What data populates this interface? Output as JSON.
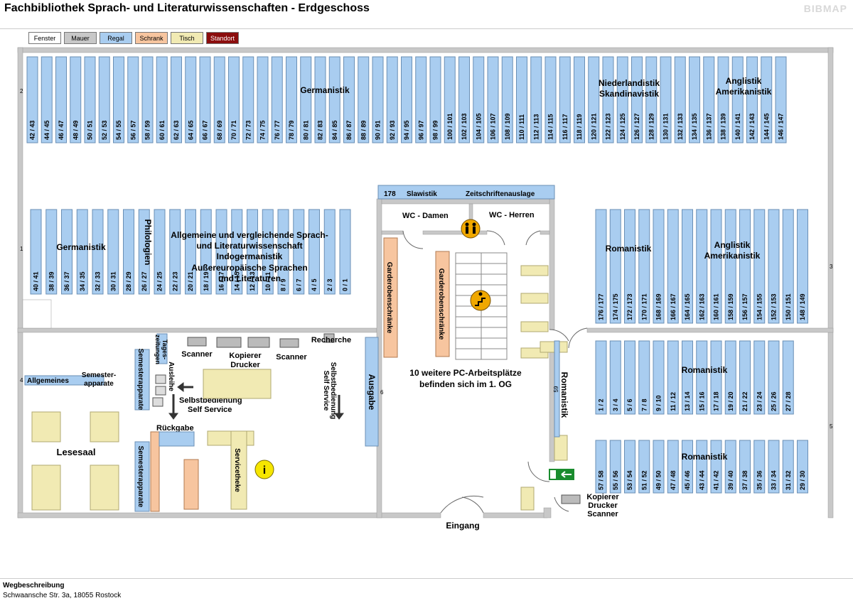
{
  "header": {
    "title": "Fachbibliothek Sprach- und Literaturwissenschaften - Erdgeschoss",
    "brand": "BIBMAP"
  },
  "legend": [
    {
      "label": "Fenster",
      "color": "#ffffff"
    },
    {
      "label": "Mauer",
      "color": "#c8c8c8"
    },
    {
      "label": "Regal",
      "color": "#a9cdf0"
    },
    {
      "label": "Schrank",
      "color": "#f7c59f"
    },
    {
      "label": "Tisch",
      "color": "#f1eab3"
    },
    {
      "label": "Standort",
      "color": "#8b0d0d",
      "text": "#ffffff"
    }
  ],
  "colors": {
    "wall": "#c8c8c8",
    "shelf": "#a9cdf0",
    "shelf_border": "#6a8fb5",
    "cabinet": "#f7c59f",
    "table": "#f1eab3"
  },
  "shelves": {
    "top": [
      "42 / 43",
      "44 / 45",
      "46 / 47",
      "48 / 49",
      "50 / 51",
      "52 / 53",
      "54 / 55",
      "56 / 57",
      "58 / 59",
      "60 / 61",
      "62 / 63",
      "64 / 65",
      "66 / 67",
      "68 / 69",
      "70 / 71",
      "72 / 73",
      "74 / 75",
      "76 / 77",
      "78 / 79",
      "80 / 81",
      "82 / 83",
      "84 / 85",
      "86 / 87",
      "88 / 89",
      "90 / 91",
      "92 / 93",
      "94 / 95",
      "96 / 97",
      "98 / 99",
      "100 / 101",
      "102 / 103",
      "104 / 105",
      "106 / 107",
      "108 / 109",
      "110 / 111",
      "112 / 113",
      "114 / 115",
      "116 / 117",
      "118 / 119",
      "120 / 121",
      "122 / 123",
      "124 / 125",
      "126 / 127",
      "128 / 129",
      "130 / 131",
      "132 / 133",
      "134 / 135",
      "136 / 137",
      "138 / 139",
      "140 / 141",
      "142 / 143",
      "144 / 145",
      "146 / 147"
    ],
    "mid_left": [
      "40 / 41",
      "38 / 39",
      "36 / 37",
      "34 / 35",
      "32 / 33",
      "30 / 31",
      "28 / 29",
      "26 / 27",
      "24 / 25",
      "22 / 23",
      "20 / 21",
      "18 / 19",
      "16 / 17",
      "14 / 15",
      "12 / 13",
      "10 / 11",
      "8 / 9",
      "6 / 7",
      "4 / 5",
      "2 / 3",
      "0 / 1"
    ],
    "mid_right": [
      "176 / 177",
      "174 / 175",
      "172 / 173",
      "170 / 171",
      "168 / 169",
      "166 / 167",
      "164 / 165",
      "162 / 163",
      "160 / 161",
      "158 / 159",
      "156 / 157",
      "154 / 155",
      "152 / 153",
      "150 / 151",
      "148 / 149"
    ],
    "lower_right_a": [
      "1 / 2",
      "3 / 4",
      "5 / 6",
      "7 / 8",
      "9 / 10",
      "11 / 12",
      "13 / 14",
      "15 / 16",
      "17 / 18",
      "19 / 20",
      "21 / 22",
      "23 / 24",
      "25 / 26",
      "27 / 28"
    ],
    "lower_right_b": [
      "57 / 58",
      "55 / 56",
      "53 / 54",
      "51 / 52",
      "49 / 50",
      "47 / 48",
      "45 / 46",
      "43 / 44",
      "41 / 42",
      "39 / 40",
      "37 / 38",
      "35 / 36",
      "33 / 34",
      "31 / 32",
      "29 / 30"
    ]
  },
  "labels": {
    "germanistik_top": "Germanistik",
    "niederlandistik": "Niederlandistik",
    "skandinavistik": "Skandinavistik",
    "anglistik": "Anglistik",
    "amerikanistik": "Amerikanistik",
    "germanistik_mid": "Germanistik",
    "philologien": "Philologien",
    "allg_1": "Allgemeine und vergleichende Sprach-",
    "allg_2": "und Literaturwissenschaft",
    "allg_3": "Indogermanistik",
    "allg_4": "Außereuropäische Sprachen",
    "allg_5": "und Literaturen",
    "romanistik": "Romanistik",
    "slawistik_num": "178",
    "slawistik": "Slawistik",
    "zeitschriften": "Zeitschriftenauslage",
    "wc_damen": "WC - Damen",
    "wc_herren": "WC - Herren",
    "garderobe": "Garderobenschränke",
    "pc_1": "10 weitere PC-Arbeitsplätze",
    "pc_2": "befinden sich im 1. OG",
    "ausgabe": "Ausgabe",
    "romanistik_v": "Romanistik",
    "num_59": "59",
    "num_6": "6",
    "allgemeines": "Allgemeines",
    "semester_1": "Semester-",
    "semester_2": "apparate",
    "semesterapparate": "Semesterapparate",
    "tages_1": "Tages-",
    "tages_2": "zeitungen",
    "ausleihe": "Ausleihe",
    "scanner": "Scanner",
    "kopierer": "Kopierer",
    "drucker": "Drucker",
    "recherche": "Recherche",
    "selbst_1": "Selbstbedienung",
    "selbst_2": "Self Service",
    "rueckgabe": "Rückgabe",
    "lesesaal": "Lesesaal",
    "servicetheke": "Servicetheke",
    "eingang": "Eingang",
    "axis_2": "2",
    "axis_1": "1",
    "axis_4": "4",
    "axis_3": "3",
    "axis_5": "5"
  },
  "footer": {
    "link": "Wegbeschreibung",
    "address": "Schwaansche Str. 3a, 18055 Rostock"
  }
}
